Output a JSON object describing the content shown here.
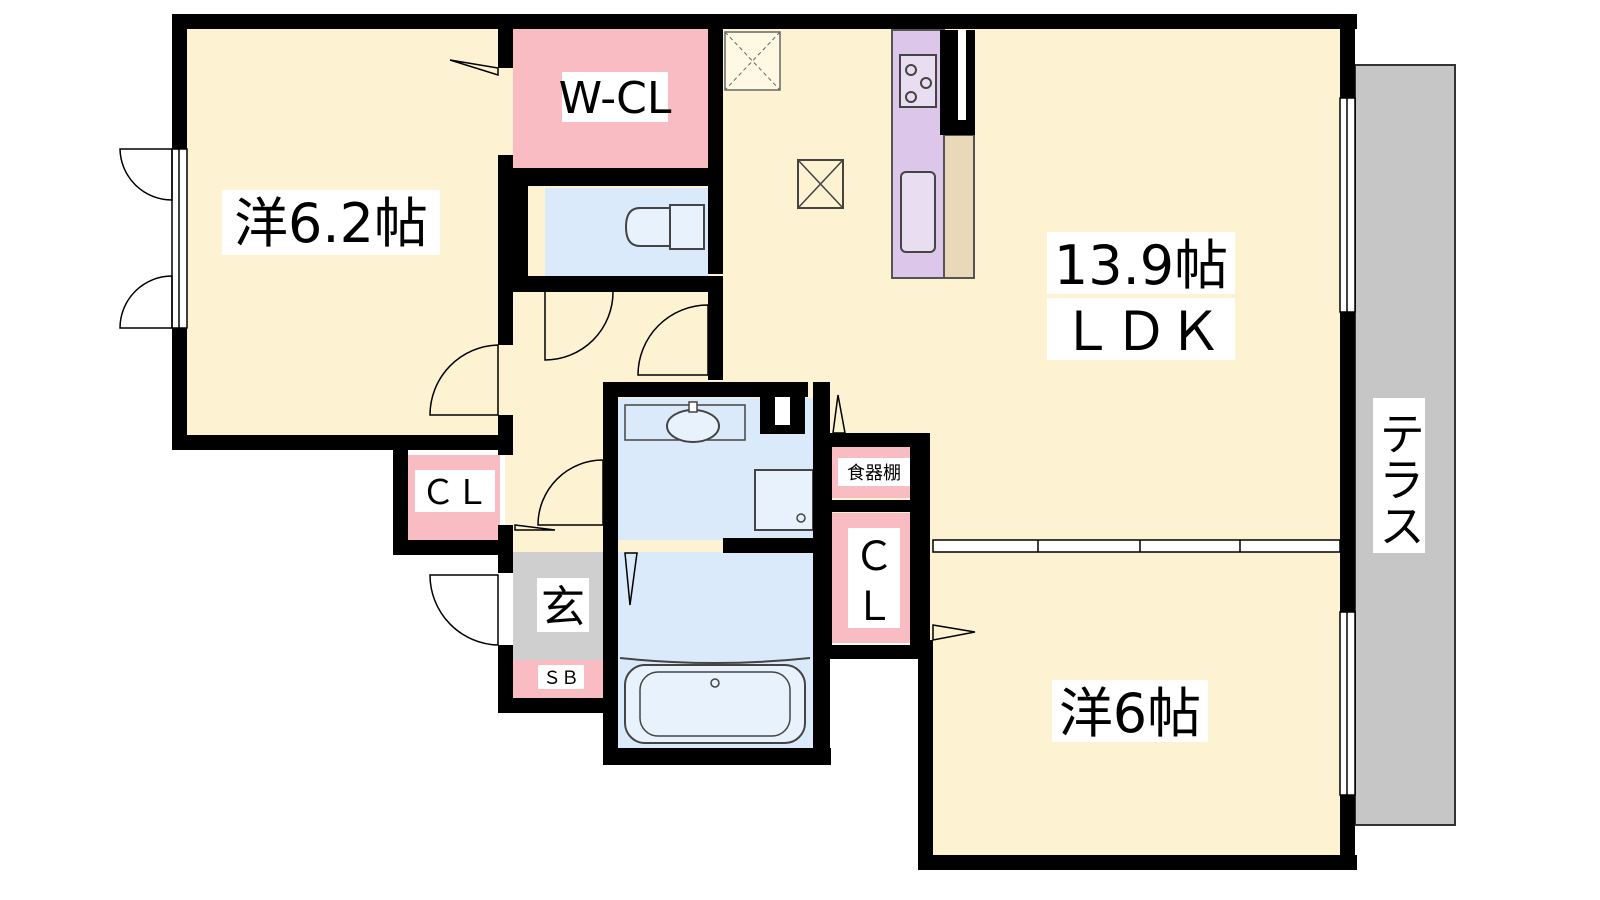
{
  "rooms": {
    "western_left": {
      "label": "洋6.2帖"
    },
    "walk_in_closet": {
      "label": "W-CL"
    },
    "ldk": {
      "size": "13.9帖",
      "type": "ＬＤＫ"
    },
    "closet_left": {
      "label": "ＣＬ"
    },
    "entrance": {
      "label": "玄"
    },
    "shoe_box": {
      "label": "ＳＢ"
    },
    "dish_shelf": {
      "label": "食器棚"
    },
    "closet_mid": {
      "label_top": "Ｃ",
      "label_bottom": "Ｌ"
    },
    "western_right": {
      "label": "洋6帖"
    },
    "terrace": {
      "label": "テラス"
    }
  },
  "colors": {
    "room_fill": "#fdf3d2",
    "closet_fill": "#f9bcc3",
    "wet_area_fill": "#dbeafa",
    "entrance_fill": "#cfcfcf",
    "terrace_fill": "#c6c6c6",
    "kitchen_fill": "#dcc6ea",
    "counter_fill": "#ead9b8",
    "wall": "#000000"
  },
  "icons": [
    "stove-icon",
    "sink-icon",
    "toilet-icon",
    "washbasin-icon",
    "washing-machine-icon",
    "bathtub-icon",
    "fridge-icon",
    "ventilation-icon",
    "door-swing-icon",
    "window-icon"
  ]
}
